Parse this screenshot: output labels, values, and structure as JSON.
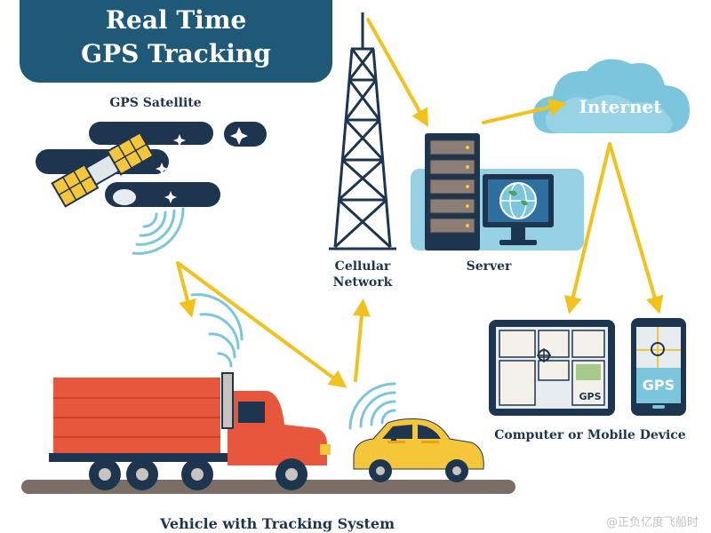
{
  "title": {
    "line1": "Real Time",
    "line2": "GPS Tracking"
  },
  "labels": {
    "gps_satellite": "GPS Satellite",
    "cellular_line1": "Cellular",
    "cellular_line2": "Network",
    "server": "Server",
    "internet": "Internet",
    "devices": "Computer or Mobile Device",
    "vehicle": "Vehicle with Tracking System",
    "tablet_gps": "GPS",
    "phone_gps": "GPS"
  },
  "watermark": "@正负亿度飞船时",
  "colors": {
    "navy": "#1e3550",
    "title_bg": "#1e5a78",
    "arrow": "#f2c21b",
    "cloud": "#7cc6dd",
    "truck": "#e8573c",
    "taxi": "#f5c63a",
    "road": "#7a6e66"
  }
}
